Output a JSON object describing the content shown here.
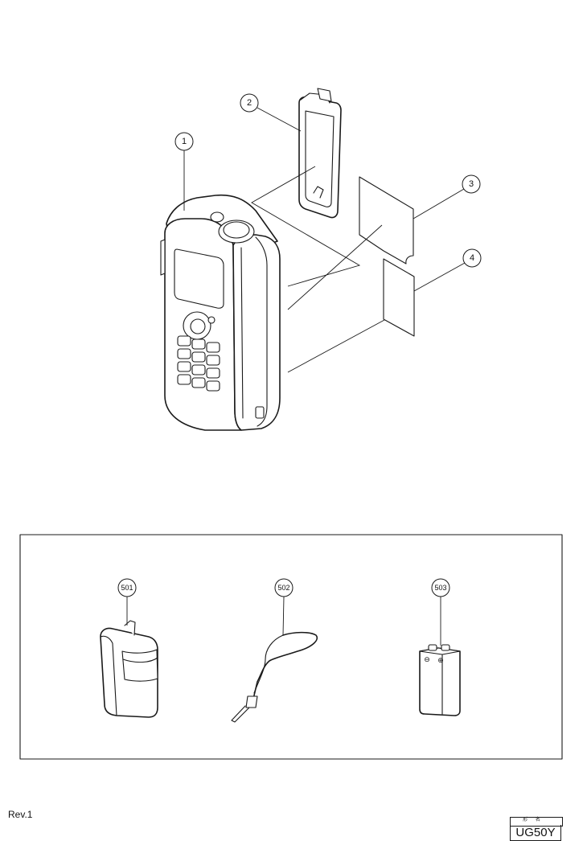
{
  "callouts": {
    "main_body": "1",
    "battery_cover": "2",
    "label_a": "3",
    "label_b": "4",
    "case": "501",
    "strap": "502",
    "battery": "503"
  },
  "footer": {
    "revision": "Rev.1",
    "model_header": "形名",
    "model": "UG50Y"
  },
  "battery_marks": {
    "negative": "⊖",
    "positive": "⊕"
  }
}
